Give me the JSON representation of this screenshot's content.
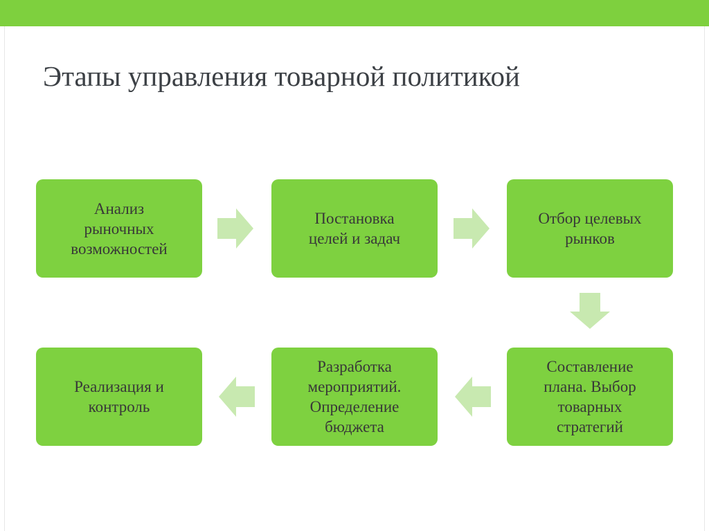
{
  "slide": {
    "title": "Этапы управления товарной политикой"
  },
  "colors": {
    "accent_bar": "#7ed03e",
    "box_fill": "#7ed140",
    "arrow_fill": "#c8e9b0",
    "text": "#383838",
    "title_text": "#3c4045"
  },
  "steps": [
    {
      "label": "Анализ\nрыночных\nвозможностей"
    },
    {
      "label": "Постановка\nцелей и задач"
    },
    {
      "label": "Отбор целевых\nрынков"
    },
    {
      "label": "Составление\nплана. Выбор\nтоварных\nстратегий"
    },
    {
      "label": "Разработка\nмероприятий.\nОпределение\nбюджета"
    },
    {
      "label": "Реализация и\nконтроль"
    }
  ],
  "arrows": [
    {
      "icon": "arrow-right-icon",
      "from": 1,
      "to": 2
    },
    {
      "icon": "arrow-right-icon",
      "from": 2,
      "to": 3
    },
    {
      "icon": "arrow-down-icon",
      "from": 3,
      "to": 4
    },
    {
      "icon": "arrow-left-icon",
      "from": 4,
      "to": 5
    },
    {
      "icon": "arrow-left-icon",
      "from": 5,
      "to": 6
    }
  ]
}
